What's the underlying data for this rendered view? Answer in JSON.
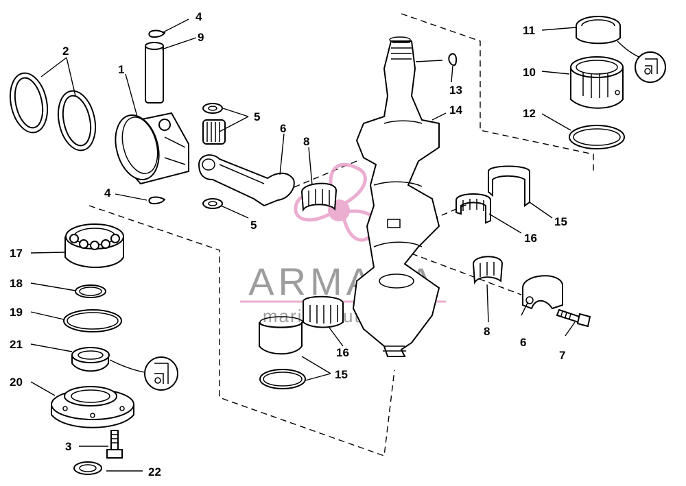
{
  "diagram": {
    "callouts": [
      "1",
      "2",
      "3",
      "4",
      "4",
      "5",
      "5",
      "6",
      "6",
      "7",
      "8",
      "8",
      "9",
      "10",
      "11",
      "12",
      "13",
      "14",
      "15",
      "15",
      "16",
      "16",
      "17",
      "18",
      "19",
      "20",
      "21",
      "22"
    ]
  },
  "watermark": {
    "brand": "ARMADA",
    "tagline": "marine outboards",
    "color": "#e8a0c8"
  }
}
